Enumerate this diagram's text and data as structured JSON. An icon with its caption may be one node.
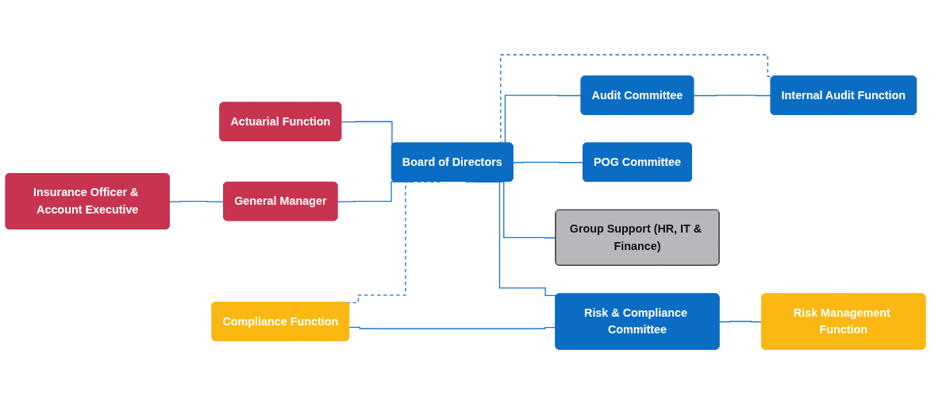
{
  "diagram": {
    "nodes": [
      {
        "text": [
          "Actuarial Function"
        ]
      },
      {
        "text": [
          "Board of Directors"
        ]
      },
      {
        "text": [
          "Audit Committee"
        ]
      },
      {
        "text": [
          "General Manager"
        ]
      },
      {
        "text": [
          "Internal Audit Function"
        ]
      },
      {
        "text": [
          "Insurance Officer & Account Executive"
        ]
      },
      {
        "text": [
          "Risk & Compliance Committee"
        ]
      },
      {
        "text": [
          "POG Committee"
        ]
      },
      {
        "text": [
          "Compliance Function"
        ]
      },
      {
        "text": [
          "Risk Management Function"
        ]
      },
      {
        "text": [
          "Group Support (HR, IT & Finance)"
        ]
      }
    ],
    "edges": [
      {
        "from": 0,
        "to": 1,
        "arrow": "none"
      },
      {
        "from": 3,
        "to": 1,
        "arrow": "none"
      },
      {
        "from": 8,
        "to": 1,
        "arrow": "none",
        "style": "dashed"
      },
      {
        "from": 1,
        "to": 2,
        "arrow": "none"
      },
      {
        "from": 1,
        "to": 4,
        "arrow": "none",
        "style": "dashed"
      },
      {
        "from": 1,
        "to": 7,
        "arrow": "none"
      },
      {
        "from": 1,
        "to": 10,
        "arrow": "none"
      },
      {
        "from": 2,
        "to": 4,
        "arrow": "none"
      },
      {
        "from": 5,
        "to": 3,
        "arrow": "none"
      },
      {
        "from": 1,
        "to": 6,
        "arrow": "none"
      },
      {
        "from": 8,
        "to": 6,
        "arrow": "none"
      },
      {
        "from": 6,
        "to": 9,
        "arrow": "none"
      }
    ]
  }
}
